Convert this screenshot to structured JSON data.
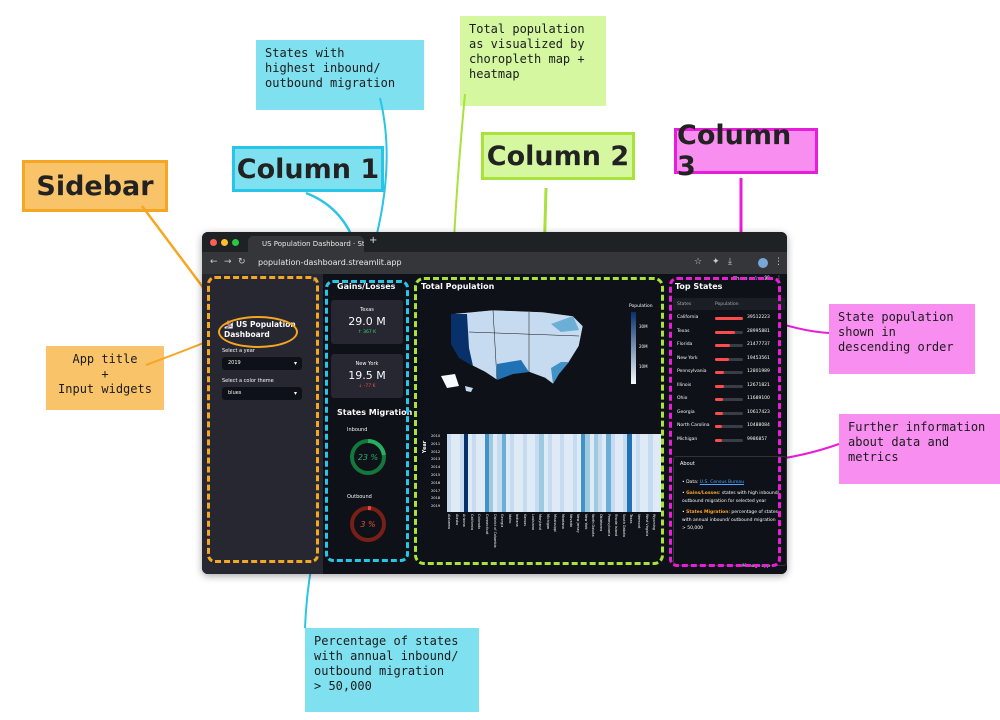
{
  "labels": {
    "sidebar": "Sidebar",
    "column1": "Column 1",
    "column2": "Column 2",
    "column3": "Column 3"
  },
  "notes": {
    "migration": "States with\nhighest inbound/\noutbound migration",
    "total_pop": "Total population\nas visualized by\nchoropleth map +\nheatmap",
    "app_title": "App title\n+\nInput widgets",
    "state_pop": "State population\nshown in\ndescending order",
    "further": "Further information\nabout data and\nmetrics",
    "percentage": "Percentage of states\nwith annual inbound/\noutbound migration\n> 50,000"
  },
  "colors": {
    "sidebar": "#f5a623",
    "column1": "#29c5e6",
    "column2": "#a8e23a",
    "column3": "#e81dd8",
    "note_cyan": "#7fe0f0",
    "note_green": "#d4f7a0",
    "note_orange": "#f9c36a",
    "note_pink": "#f78ef0"
  },
  "browser": {
    "tab_title": "US Population Dashboard · Str",
    "url": "population-dashboard.streamlit.app",
    "share": "Share",
    "manage": "Manage app"
  },
  "sidebar": {
    "title_line1": "🏂 US Population",
    "title_line2": "Dashboard",
    "year_label": "Select a year",
    "year_value": "2019",
    "theme_label": "Select a color theme",
    "theme_value": "blues"
  },
  "col1": {
    "gains_header": "Gains/Losses",
    "card1_state": "Texas",
    "card1_value": "29.0 M",
    "card1_delta": "↑ 367 K",
    "card2_state": "New York",
    "card2_value": "19.5 M",
    "card2_delta": "↓ -77 K",
    "migration_header": "States Migration",
    "inbound_label": "Inbound",
    "inbound_pct": "23 %",
    "outbound_label": "Outbound",
    "outbound_pct": "3 %"
  },
  "col2": {
    "header": "Total Population",
    "legend_title": "Population",
    "legend_ticks": [
      "30M",
      "20M",
      "10M"
    ],
    "heatmap_ylabel": "Year",
    "years": [
      "2010",
      "2011",
      "2012",
      "2013",
      "2014",
      "2015",
      "2016",
      "2017",
      "2018",
      "2019"
    ],
    "states": [
      "Alabama",
      "Alaska",
      "Arizona",
      "California",
      "Colorado",
      "Connecticut",
      "District of Columbia",
      "Georgia",
      "Idaho",
      "Indiana",
      "Kansas",
      "Louisiana",
      "Maryland",
      "Michigan",
      "Mississippi",
      "Montana",
      "Nevada",
      "New Jersey",
      "New York",
      "North Dakota",
      "Oklahoma",
      "Pennsylvania",
      "Rhode Island",
      "South Dakota",
      "Texas",
      "Vermont",
      "West Virginia",
      "Wyoming"
    ]
  },
  "col3": {
    "header": "Top States",
    "col_states": "States",
    "col_population": "Population",
    "rows": [
      {
        "state": "California",
        "pop": "39512223",
        "frac": 1.0
      },
      {
        "state": "Texas",
        "pop": "28995881",
        "frac": 0.73
      },
      {
        "state": "Florida",
        "pop": "21477737",
        "frac": 0.54
      },
      {
        "state": "New York",
        "pop": "19453561",
        "frac": 0.49
      },
      {
        "state": "Pennsylvania",
        "pop": "12801989",
        "frac": 0.32
      },
      {
        "state": "Illinois",
        "pop": "12671821",
        "frac": 0.32
      },
      {
        "state": "Ohio",
        "pop": "11689100",
        "frac": 0.3
      },
      {
        "state": "Georgia",
        "pop": "10617423",
        "frac": 0.27
      },
      {
        "state": "North Carolina",
        "pop": "10488084",
        "frac": 0.26
      },
      {
        "state": "Michigan",
        "pop": "9986857",
        "frac": 0.25
      }
    ],
    "about_title": "About",
    "about_data_prefix": "Data: ",
    "about_data_link": "U.S. Census Bureau",
    "about_gains_label": "Gains/Losses",
    "about_gains_text": ": states with high inbound/ outbound migration for selected year",
    "about_mig_label": "States Migration",
    "about_mig_text": ": percentage of states with annual inbound/ outbound migration > 50,000"
  }
}
